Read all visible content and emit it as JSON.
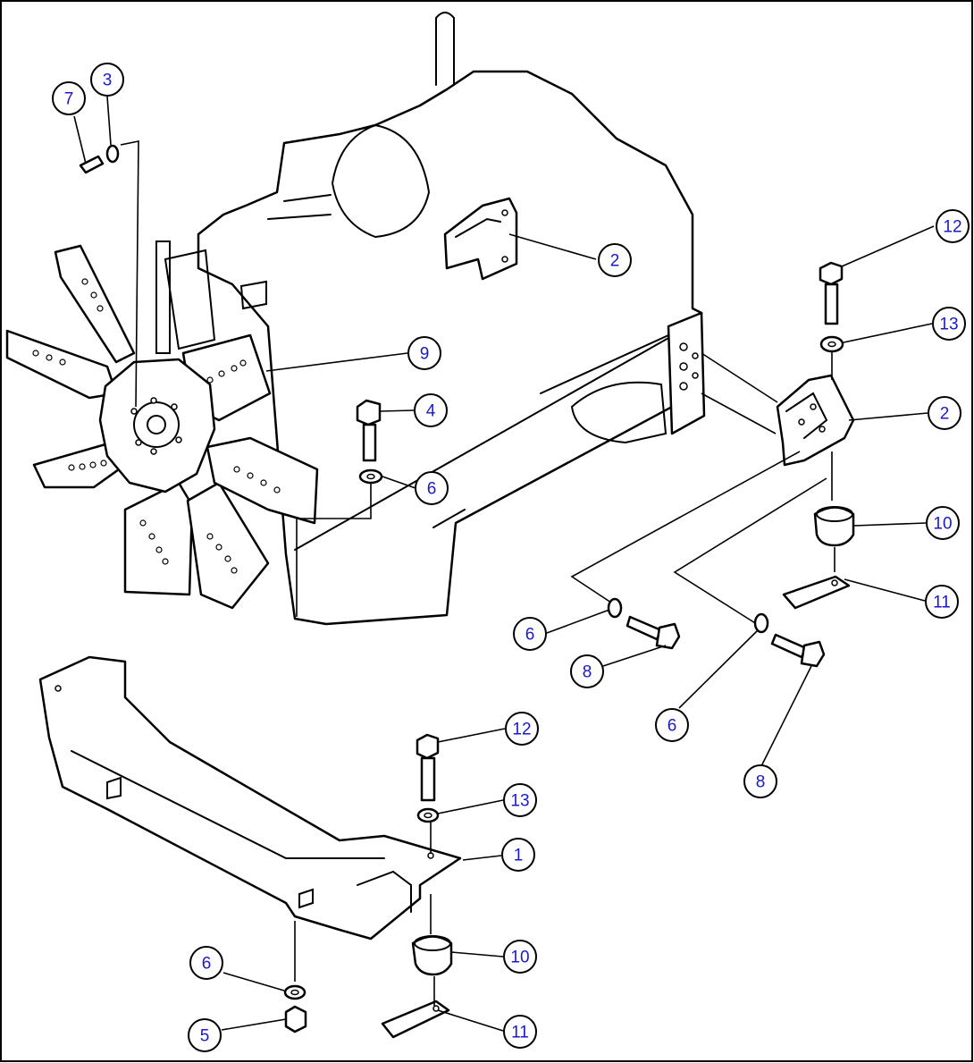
{
  "callouts": [
    {
      "id": "c1",
      "label": "1"
    },
    {
      "id": "c2a",
      "label": "2"
    },
    {
      "id": "c2b",
      "label": "2"
    },
    {
      "id": "c3",
      "label": "3"
    },
    {
      "id": "c4",
      "label": "4"
    },
    {
      "id": "c5",
      "label": "5"
    },
    {
      "id": "c6a",
      "label": "6"
    },
    {
      "id": "c6b",
      "label": "6"
    },
    {
      "id": "c6c",
      "label": "6"
    },
    {
      "id": "c6d",
      "label": "6"
    },
    {
      "id": "c7",
      "label": "7"
    },
    {
      "id": "c8a",
      "label": "8"
    },
    {
      "id": "c8b",
      "label": "8"
    },
    {
      "id": "c9",
      "label": "9"
    },
    {
      "id": "c10a",
      "label": "10"
    },
    {
      "id": "c10b",
      "label": "10"
    },
    {
      "id": "c11a",
      "label": "11"
    },
    {
      "id": "c11b",
      "label": "11"
    },
    {
      "id": "c12a",
      "label": "12"
    },
    {
      "id": "c12b",
      "label": "12"
    },
    {
      "id": "c13a",
      "label": "13"
    },
    {
      "id": "c13b",
      "label": "13"
    }
  ],
  "colors": {
    "callout_text": "#1a1acc",
    "line": "#000000",
    "background": "#ffffff"
  }
}
